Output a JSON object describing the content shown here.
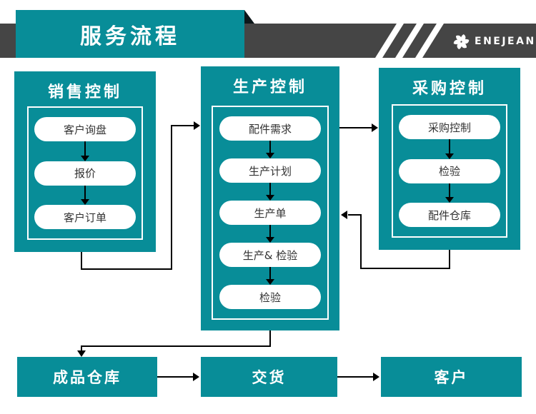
{
  "header": {
    "title": "服务流程",
    "brand": "ENEJEAN",
    "brand_icon": "pinwheel-flower-icon"
  },
  "panels": [
    {
      "title": "销售控制",
      "steps": [
        "客户询盘",
        "报价",
        "客户订单"
      ]
    },
    {
      "title": "生产控制",
      "steps": [
        "配件需求",
        "生产计划",
        "生产单",
        "生产& 检验",
        "检验"
      ]
    },
    {
      "title": "采购控制",
      "steps": [
        "采购控制",
        "检验",
        "配件仓库"
      ]
    }
  ],
  "bottom_row": [
    "成品仓库",
    "交货",
    "客户"
  ],
  "flow_edges": [
    "销售控制 → 生产控制(配件需求)",
    "生产控制(配件需求) → 采购控制",
    "采购控制(配件仓库) → 生产控制(生产单)",
    "生产控制(检验) → 成品仓库",
    "成品仓库 → 交货",
    "交货 → 客户"
  ],
  "colors": {
    "teal": "#088d98",
    "band_gray": "#454545",
    "fold_dark": "#0d171a",
    "line_black": "#000000",
    "pill_text": "#333333",
    "text_white": "#ffffff"
  }
}
